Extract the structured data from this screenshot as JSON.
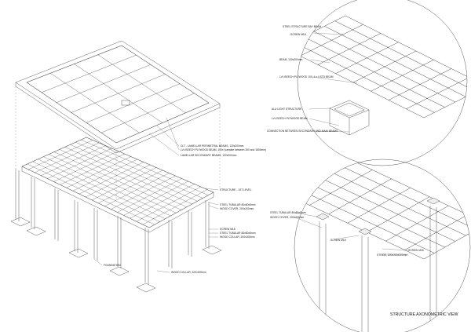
{
  "title": "STRUCTURE AXONOMETRIC VIEW",
  "main_labels": [
    "CLT - LAMELLAR PERIMETRAL BEAMS, 120x200mm",
    "LVL BEECH PLYWOOD BEAM, 100x (variable between 300 and 1800mm)",
    "LAMELLAR SECONDARY BEAMS, 120x200mm",
    "STRUCTURE - 1ST LEVEL",
    "STEEL TUBULAR 80x80x5mm",
    "WOOD COVER, 200x200mm",
    "SCREW M18",
    "STEEL TUBULAR 80x80x5mm",
    "WOOD COLLAR, 200x200mm",
    "FOUNDATION",
    "WOOD COLLAR, 200x200mm"
  ],
  "detail_top_labels": [
    "STEEL STRUCTURE BAY BEAM",
    "SCREW M18",
    "BEAM, 100x200mm",
    "LVL BEECH PLYWOOD 100, 4 x 4 STD BEAM",
    "ALU LIGHT STRUCTURE",
    "LVL BEECH PLYWOOD BEAM",
    "CONNECTION BETWEEN SECONDARY AND MAIN BEAMS"
  ],
  "detail_bottom_labels": [
    "STEEL TUBULAR 80x80x5mm",
    "WOOD COVER, 200x200mm",
    "SCREW M18",
    "SCREW M18",
    "STRIDE, 200x200x200mm"
  ]
}
